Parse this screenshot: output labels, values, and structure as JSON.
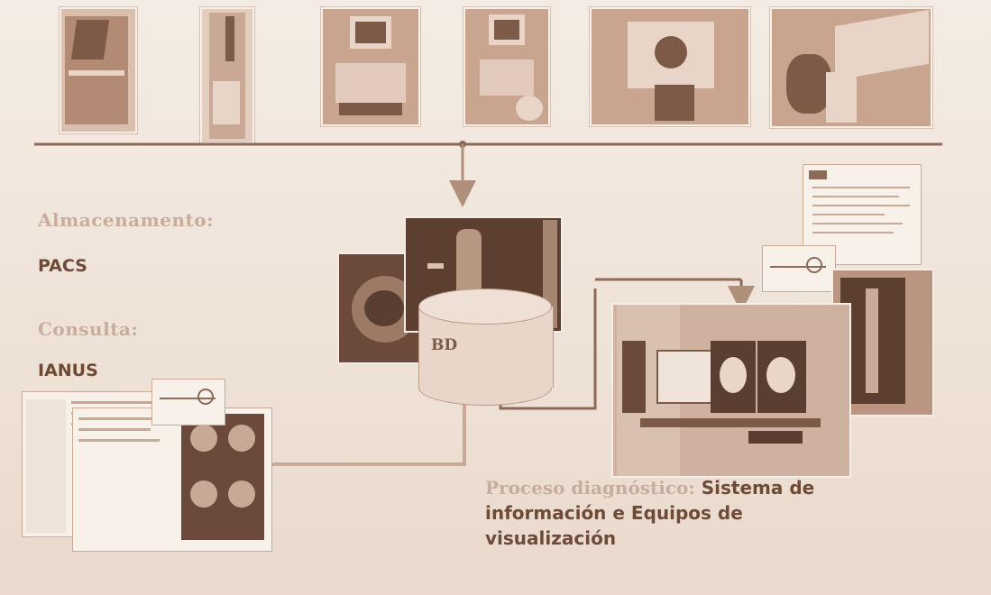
{
  "labels": {
    "storage_title": "Almacenamento:",
    "storage_value": "PACS",
    "query_title": "Consulta:",
    "query_value": "IANUS",
    "db": "BD",
    "process_title": "Proceso diagnóstico:",
    "process_value": "Sistema de información e Equipos de visualización"
  },
  "icons": [
    "film-scanner-icon",
    "cabinet-scanner-icon",
    "ultrasound-cart-icon",
    "ultrasound-cart-icon",
    "ct-scanner-icon",
    "mobile-mri-unit-icon"
  ],
  "colors": {
    "background": "#efe3d8",
    "line": "#8b6a57",
    "accent_text": "#6e4a37",
    "faded_text": "#c8ad9c"
  }
}
